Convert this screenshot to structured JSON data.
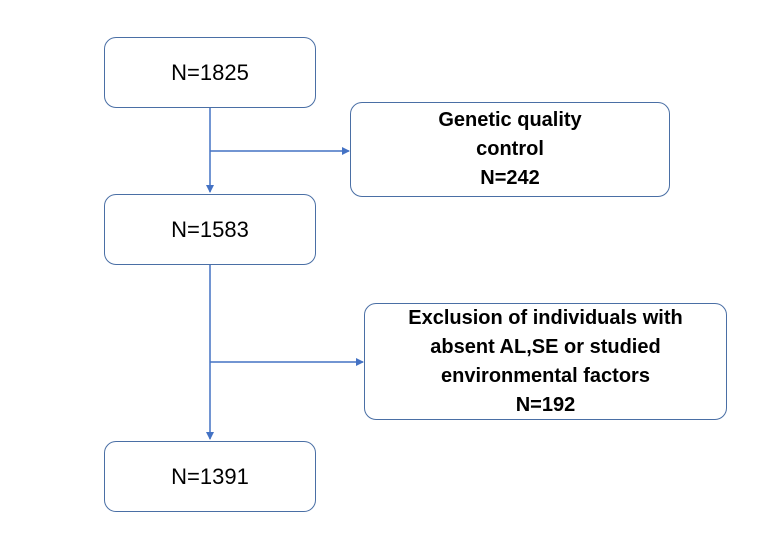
{
  "diagram": {
    "steps": [
      {
        "count_text": "N=1825"
      },
      {
        "count_text": "N=1583"
      },
      {
        "count_text": "N=1391"
      }
    ],
    "exclusions": [
      {
        "lines": [
          "Genetic quality",
          "control",
          "N=242"
        ]
      },
      {
        "lines": [
          "Exclusion of individuals with",
          "absent AL,SE or studied",
          "environmental factors",
          "N=192"
        ]
      }
    ],
    "colors": {
      "connector": "#4472c4",
      "box_border": "#4a6fa5"
    }
  }
}
